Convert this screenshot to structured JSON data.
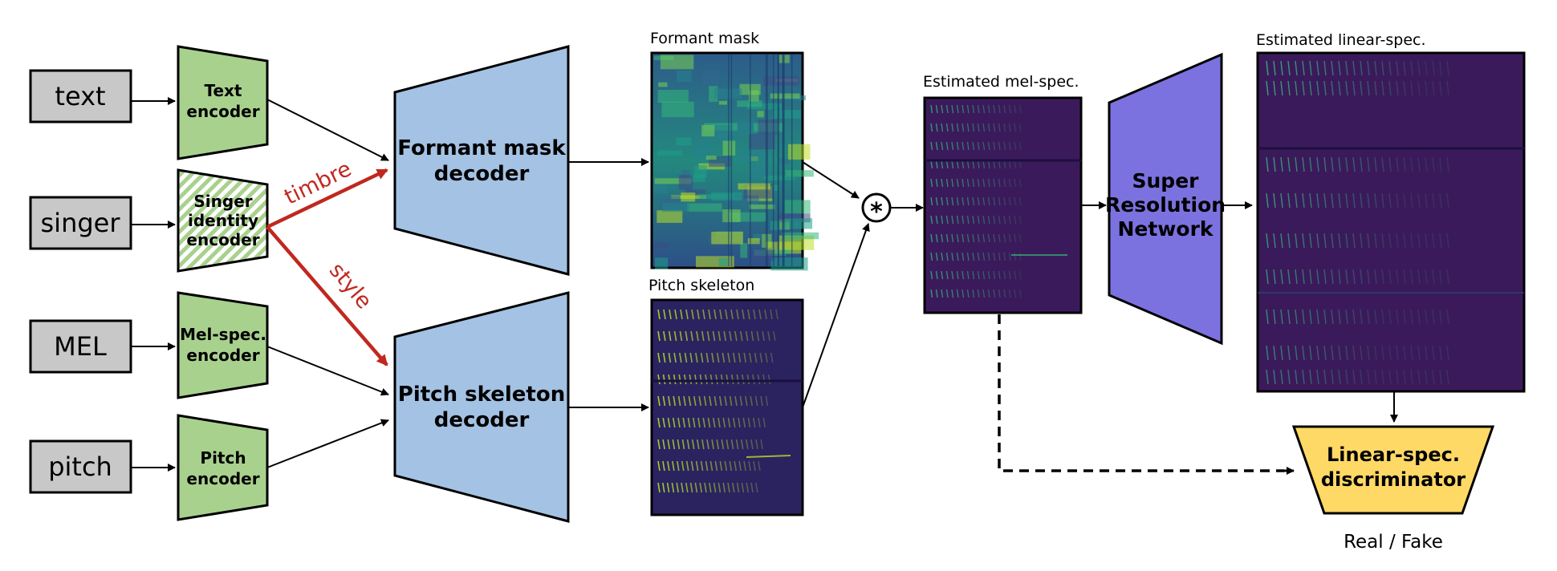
{
  "inputs": {
    "text": "text",
    "singer": "singer",
    "mel": "MEL",
    "pitch": "pitch"
  },
  "encoders": {
    "text_1": "Text",
    "text_2": "encoder",
    "singer_1": "Singer",
    "singer_2": "identity",
    "singer_3": "encoder",
    "mel_1": "Mel-spec.",
    "mel_2": "encoder",
    "pitch_1": "Pitch",
    "pitch_2": "encoder"
  },
  "decoders": {
    "formant_1": "Formant mask",
    "formant_2": "decoder",
    "pitch_1": "Pitch skeleton",
    "pitch_2": "decoder"
  },
  "edge_labels": {
    "timbre": "timbre",
    "style": "style"
  },
  "spectrograms": {
    "formant_mask": "Formant mask",
    "pitch_skeleton": "Pitch skeleton",
    "mel_estimate": "Estimated mel-spec.",
    "linear_estimate": "Estimated linear-spec."
  },
  "operator": "*",
  "super_resolution": {
    "line1": "Super",
    "line2": "Resolution",
    "line3": "Network"
  },
  "discriminator": {
    "line1": "Linear-spec.",
    "line2": "discriminator",
    "output": "Real / Fake"
  },
  "colors": {
    "input_fill": "#c8c8c8",
    "encoder_fill": "#a9d18e",
    "decoder_fill": "#a4c2e3",
    "sr_fill": "#7b72e0",
    "disc_fill": "#ffd966",
    "accent_red": "#c0281f",
    "spec_bg": "#3b1a5c"
  }
}
